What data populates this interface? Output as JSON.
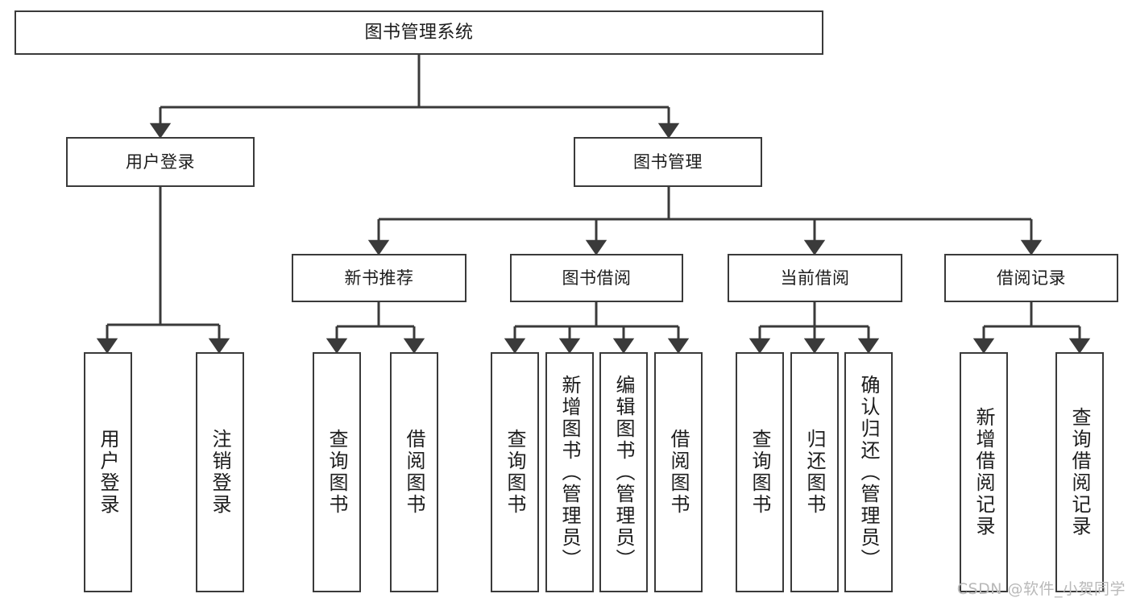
{
  "diagram": {
    "title": "图书管理系统",
    "type": "hierarchy-tree",
    "root": {
      "id": "root",
      "label": "图书管理系统"
    },
    "level2": [
      {
        "id": "user-login",
        "label": "用户登录"
      },
      {
        "id": "book-management",
        "label": "图书管理"
      }
    ],
    "level3": [
      {
        "id": "new-book-recommend",
        "label": "新书推荐",
        "parent": "book-management"
      },
      {
        "id": "book-borrow",
        "label": "图书借阅",
        "parent": "book-management"
      },
      {
        "id": "current-borrow",
        "label": "当前借阅",
        "parent": "book-management"
      },
      {
        "id": "borrow-record",
        "label": "借阅记录",
        "parent": "book-management"
      }
    ],
    "leaves": {
      "user-login": [
        {
          "id": "leaf-user-login",
          "label": "用户登录"
        },
        {
          "id": "leaf-user-logout",
          "label": "注销登录"
        }
      ],
      "new-book-recommend": [
        {
          "id": "leaf-query-book-1",
          "label": "查询图书"
        },
        {
          "id": "leaf-borrow-book-1",
          "label": "借阅图书"
        }
      ],
      "book-borrow": [
        {
          "id": "leaf-query-book-2",
          "label": "查询图书"
        },
        {
          "id": "leaf-add-book",
          "label": "新增图书（管理员）"
        },
        {
          "id": "leaf-edit-book",
          "label": "编辑图书（管理员）"
        },
        {
          "id": "leaf-borrow-book-2",
          "label": "借阅图书"
        }
      ],
      "current-borrow": [
        {
          "id": "leaf-query-book-3",
          "label": "查询图书"
        },
        {
          "id": "leaf-return-book",
          "label": "归还图书"
        },
        {
          "id": "leaf-confirm-return",
          "label": "确认归还（管理员）"
        }
      ],
      "borrow-record": [
        {
          "id": "leaf-add-borrow-record",
          "label": "新增借阅记录"
        },
        {
          "id": "leaf-query-borrow-record",
          "label": "查询借阅记录"
        }
      ]
    }
  },
  "watermark": {
    "text": "CSDN @软件_小贺同学"
  },
  "colors": {
    "stroke": "#3a3a3a",
    "background": "#ffffff",
    "text": "#1c1c1c",
    "watermark": "#b9b9b9"
  }
}
